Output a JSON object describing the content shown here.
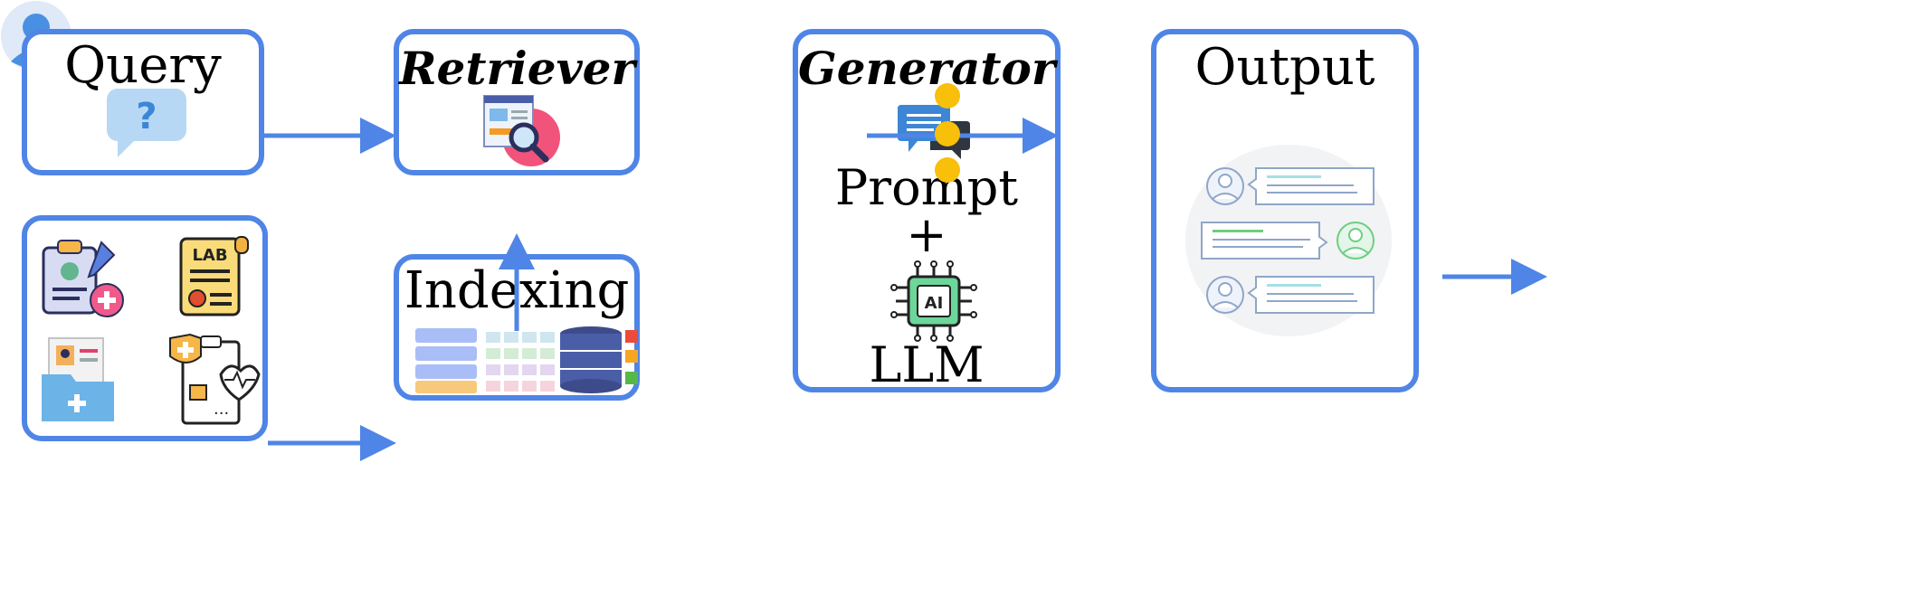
{
  "diagram": {
    "query": {
      "label": "Query"
    },
    "retriever": {
      "label": "Retriever"
    },
    "indexing": {
      "label": "Indexing"
    },
    "generator": {
      "label": "Generator",
      "prompt_label": "Prompt",
      "plus": "+",
      "chip_label": "AI",
      "llm_label": "LLM"
    },
    "output": {
      "label": "Output"
    },
    "documents": {
      "lab_label": "LAB"
    },
    "colors": {
      "box_border": "#4f85e6",
      "arrow": "#4f85e6",
      "ellipsis_dots": "#f8bf0b",
      "avatar": "#4a90e2",
      "question_bubble": "#b7d8f5"
    }
  }
}
